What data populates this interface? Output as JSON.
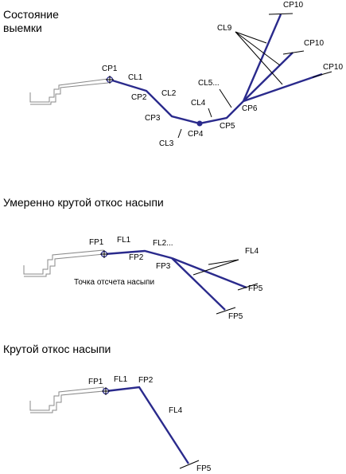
{
  "section_cut": {
    "title_line1": "Состояние",
    "title_line2": "выемки",
    "labels": {
      "cp1": "CP1",
      "cl1": "CL1",
      "cp2": "CP2",
      "cl2": "CL2",
      "cp3": "CP3",
      "cl3": "CL3",
      "cp4": "CP4",
      "cl4": "CL4",
      "cp5": "CP5",
      "cl5": "CL5...",
      "cp6": "CP6",
      "cl9": "CL9",
      "cp10_a": "CP10",
      "cp10_b": "CP10",
      "cp10_c": "CP10"
    }
  },
  "section_fill_moderate": {
    "title": "Умеренно крутой откос насыпи",
    "labels": {
      "fp1": "FP1",
      "fl1": "FL1",
      "fp2": "FP2",
      "fl2": "FL2...",
      "fp3": "FP3",
      "fl4": "FL4",
      "fp5_a": "FP5",
      "fp5_b": "FP5",
      "hinge": "Точка отсчета насыпи"
    }
  },
  "section_fill_steep": {
    "title": "Крутой откос насыпи",
    "labels": {
      "fp1": "FP1",
      "fl1": "FL1",
      "fp2": "FP2",
      "fl4": "FL4",
      "fp5": "FP5"
    }
  },
  "colors": {
    "line": "#2a2a8c",
    "road": "#8a8a8a",
    "text": "#000000"
  }
}
